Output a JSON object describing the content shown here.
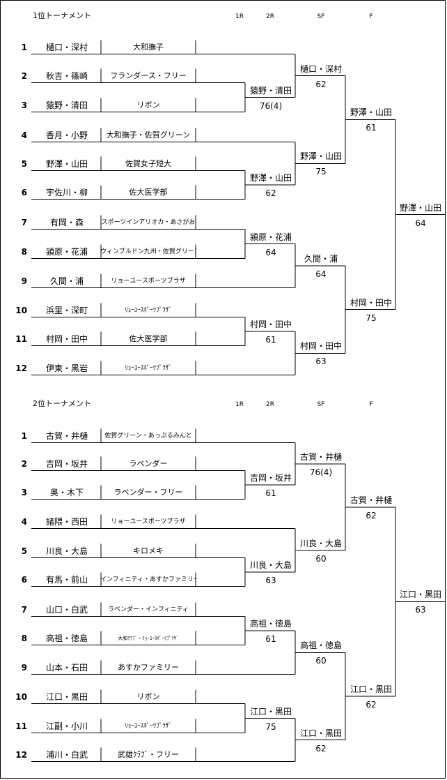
{
  "round_headers": [
    "1R",
    "2R",
    "SF",
    "F"
  ],
  "brackets": [
    {
      "title": "1位トーナメント",
      "entries": [
        {
          "seed": "1",
          "players": "樋口・深村",
          "team": "大和撫子"
        },
        {
          "seed": "2",
          "players": "秋吉・篠崎",
          "team": "フランダース・フリー"
        },
        {
          "seed": "3",
          "players": "猿野・清田",
          "team": "リボン"
        },
        {
          "seed": "4",
          "players": "香月・小野",
          "team": "大和撫子・佐賀グリーン"
        },
        {
          "seed": "5",
          "players": "野澤・山田",
          "team": "佐賀女子短大"
        },
        {
          "seed": "6",
          "players": "宇佐川・柳",
          "team": "佐大医学部"
        },
        {
          "seed": "7",
          "players": "有岡・森",
          "team": "スポーツインアリオカ・あさがお"
        },
        {
          "seed": "8",
          "players": "潁原・花浦",
          "team": "ウィンブルドン九州・佐賀グリーン"
        },
        {
          "seed": "9",
          "players": "久間・浦",
          "team": "リョーユースポーツプラザ"
        },
        {
          "seed": "10",
          "players": "浜里・深町",
          "team": "ﾘｮｰﾕｰｽﾎﾟｰﾂﾌﾟﾗｻﾞ"
        },
        {
          "seed": "11",
          "players": "村岡・田中",
          "team": "佐大医学部"
        },
        {
          "seed": "12",
          "players": "伊東・黒岩",
          "team": "ﾘｮｰﾕｰｽﾎﾟｰﾂﾌﾟﾗｻﾞ"
        }
      ],
      "r2": [
        {
          "winner": "猿野・清田",
          "score": "76(4)"
        },
        {
          "winner": "野澤・山田",
          "score": "62"
        },
        {
          "winner": "潁原・花浦",
          "score": "64"
        },
        {
          "winner": "村岡・田中",
          "score": "61"
        }
      ],
      "sf": [
        {
          "winner": "樋口・深村",
          "score": "62"
        },
        {
          "winner": "野澤・山田",
          "score": "75"
        },
        {
          "winner": "久間・浦",
          "score": "64"
        },
        {
          "winner": "村岡・田中",
          "score": "63"
        }
      ],
      "f": [
        {
          "winner": "野澤・山田",
          "score": "61"
        },
        {
          "winner": "村岡・田中",
          "score": "75"
        }
      ],
      "champion": {
        "winner": "野澤・山田",
        "score": "64"
      }
    },
    {
      "title": "2位トーナメント",
      "entries": [
        {
          "seed": "1",
          "players": "古賀・井樋",
          "team": "佐賀グリーン・あっぷるみんと"
        },
        {
          "seed": "2",
          "players": "吉岡・坂井",
          "team": "ラベンダー"
        },
        {
          "seed": "3",
          "players": "奥・木下",
          "team": "ラベンダー・フリー"
        },
        {
          "seed": "4",
          "players": "諸隈・西田",
          "team": "リョーユースポーツプラザ"
        },
        {
          "seed": "5",
          "players": "川良・大島",
          "team": "キロメキ"
        },
        {
          "seed": "6",
          "players": "有馬・前山",
          "team": "インフィニティ・あすかファミリー"
        },
        {
          "seed": "7",
          "players": "山口・白武",
          "team": "ラベンダー・インフィニティ"
        },
        {
          "seed": "8",
          "players": "高祖・徳島",
          "team": "大和ｸﾗﾌﾞ・ﾘｮｰﾕｰｽﾎﾟｰﾂﾌﾟﾗｻﾞ"
        },
        {
          "seed": "9",
          "players": "山本・石田",
          "team": "あすかファミリー"
        },
        {
          "seed": "10",
          "players": "江口・黒田",
          "team": "リボン"
        },
        {
          "seed": "11",
          "players": "江副・小川",
          "team": "ﾘｮｰﾕｰｽﾎﾟｰﾂﾌﾟﾗｻﾞ"
        },
        {
          "seed": "12",
          "players": "浦川・白武",
          "team": "武雄ｸﾗﾌﾞ・フリー"
        }
      ],
      "r2": [
        {
          "winner": "吉岡・坂井",
          "score": "61"
        },
        {
          "winner": "川良・大島",
          "score": "63"
        },
        {
          "winner": "高祖・徳島",
          "score": "61"
        },
        {
          "winner": "江口・黒田",
          "score": "75"
        }
      ],
      "sf": [
        {
          "winner": "古賀・井樋",
          "score": "76(4)"
        },
        {
          "winner": "川良・大島",
          "score": "60"
        },
        {
          "winner": "高祖・徳島",
          "score": "60"
        },
        {
          "winner": "江口・黒田",
          "score": "62"
        }
      ],
      "f": [
        {
          "winner": "古賀・井樋",
          "score": "62"
        },
        {
          "winner": "江口・黒田",
          "score": "62"
        }
      ],
      "champion": {
        "winner": "江口・黒田",
        "score": "63"
      }
    }
  ]
}
